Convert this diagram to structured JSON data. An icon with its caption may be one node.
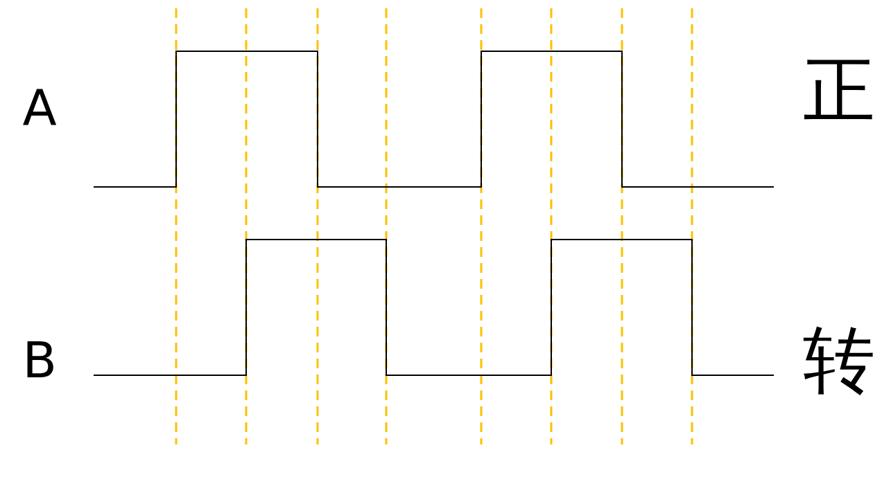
{
  "diagram": {
    "labels": [
      "A",
      "正",
      "B",
      "转"
    ]
  }
}
